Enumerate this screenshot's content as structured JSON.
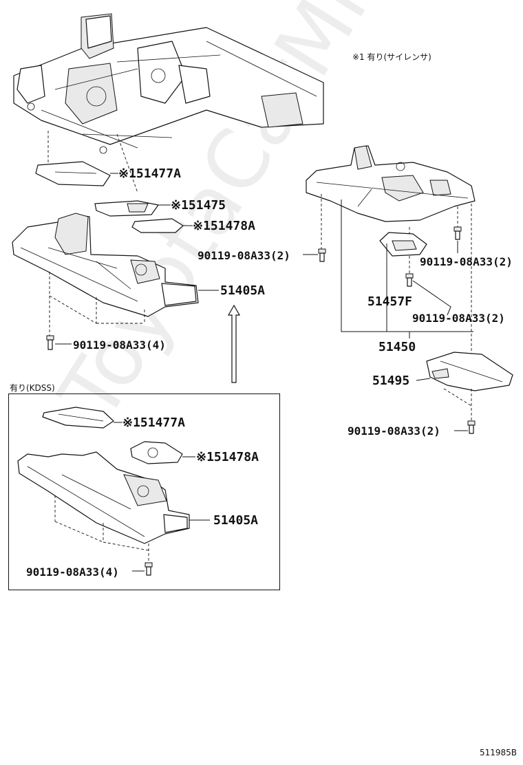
{
  "note_top": "※1  有り(サイレンサ)",
  "kdss_box_label": "有り(KDSS)",
  "image_code": "511985B",
  "watermark": "ToyotaCarMiles.ru",
  "parts": {
    "p51477a_top": "※151477A",
    "p51475": "※151475",
    "p51478a_top": "※151478A",
    "p51405a_top": "51405A",
    "bolt_left_top": "90119-08A33(4)",
    "bolt_mid_left": "90119-08A33(2)",
    "bolt_right_a": "90119-08A33(2)",
    "bolt_right_b": "90119-08A33(2)",
    "p51457f": "51457F",
    "p51450": "51450",
    "p51495": "51495",
    "bolt_bottom_right": "90119-08A33(2)",
    "p51477a_box": "※151477A",
    "p51478a_box": "※151478A",
    "p51405a_box": "51405A",
    "bolt_box": "90119-08A33(4)"
  },
  "icons": {
    "bolt": "bolt-icon",
    "arrow": "up-arrow-icon"
  }
}
